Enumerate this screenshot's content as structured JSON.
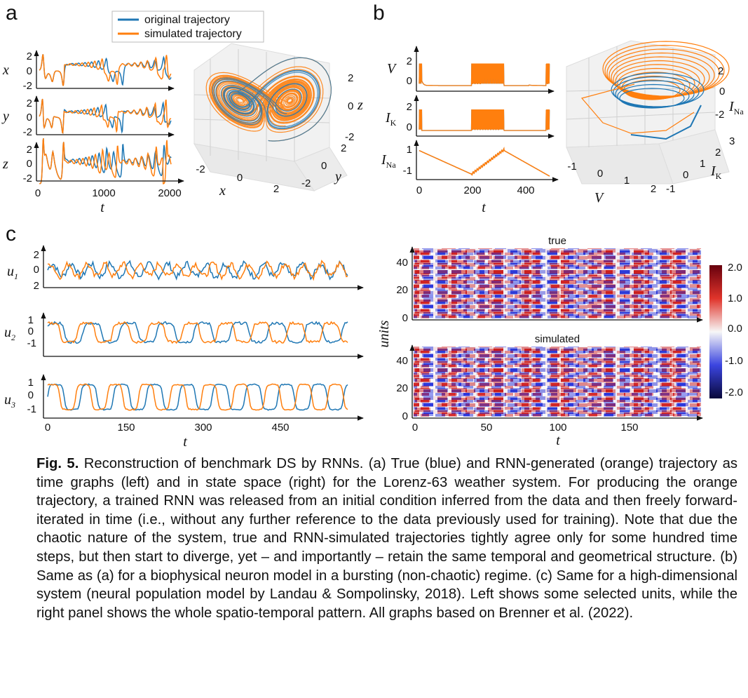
{
  "figure": {
    "panel_labels": [
      "a",
      "b",
      "c"
    ],
    "legend": {
      "original": "original trajectory",
      "simulated": "simulated trajectory"
    },
    "colors": {
      "original": "#1f77b4",
      "simulated": "#ff7f0e"
    }
  },
  "chart_data": [
    {
      "id": "a-time",
      "type": "line",
      "xlabel": "t",
      "xlim": [
        0,
        2000
      ],
      "xticks": [
        "0",
        "1000",
        "2000"
      ],
      "series": [
        {
          "name": "original trajectory"
        },
        {
          "name": "simulated trajectory"
        }
      ],
      "subplots": [
        {
          "ylabel": "x",
          "yticks": [
            "2",
            "0",
            "-2"
          ],
          "ylim": [
            -2.3,
            2.3
          ]
        },
        {
          "ylabel": "y",
          "yticks": [
            "2",
            "0",
            "-2"
          ],
          "ylim": [
            -2.3,
            2.3
          ]
        },
        {
          "ylabel": "z",
          "yticks": [
            "2",
            "0",
            "-2"
          ],
          "ylim": [
            -2.3,
            2.3
          ]
        }
      ]
    },
    {
      "id": "a-3d",
      "type": "line",
      "xlabel": "x",
      "ylabel": "y",
      "zlabel": "z",
      "xticks": [
        "-2",
        "0",
        "2"
      ],
      "yticks": [
        "2",
        "0",
        "-2"
      ],
      "zticks": [
        "2",
        "0",
        "-2"
      ]
    },
    {
      "id": "b-time",
      "type": "line",
      "xlabel": "t",
      "xlim": [
        0,
        500
      ],
      "xticks": [
        "0",
        "200",
        "400"
      ],
      "subplots": [
        {
          "ylabel": "V",
          "yticks": [
            "2",
            "0"
          ]
        },
        {
          "ylabel": "I",
          "ylabel_sub": "K",
          "yticks": [
            "2",
            "0"
          ]
        },
        {
          "ylabel": "I",
          "ylabel_sub": "Na",
          "yticks": [
            "1",
            "-1"
          ]
        }
      ]
    },
    {
      "id": "b-3d",
      "type": "line",
      "xlabel": "V",
      "ylabel": "I",
      "ylabel_sub": "K",
      "zlabel": "I",
      "zlabel_sub": "Na",
      "xticks": [
        "-1",
        "0",
        "1",
        "2"
      ],
      "yticks": [
        "3",
        "2",
        "1",
        "0",
        "-1"
      ],
      "zticks": [
        "2",
        "0",
        "-2"
      ]
    },
    {
      "id": "c-time",
      "type": "line",
      "xlabel": "t",
      "xlim": [
        0,
        600
      ],
      "xticks": [
        "0",
        "150",
        "300",
        "450"
      ],
      "subplots": [
        {
          "ylabel": "u",
          "ylabel_sub": "1",
          "yticks": [
            "2",
            "0",
            "2"
          ]
        },
        {
          "ylabel": "u",
          "ylabel_sub": "2",
          "yticks": [
            "1",
            "0",
            "-1"
          ]
        },
        {
          "ylabel": "u",
          "ylabel_sub": "3",
          "yticks": [
            "1",
            "0",
            "-1"
          ]
        }
      ]
    },
    {
      "id": "c-heatmap",
      "type": "heatmap",
      "titles": [
        "true",
        "simulated"
      ],
      "xlabel": "t",
      "ylabel": "units",
      "xlim": [
        0,
        200
      ],
      "xticks": [
        "0",
        "50",
        "100",
        "150"
      ],
      "yticks": [
        "40",
        "20",
        "0"
      ],
      "colorbar": {
        "ticks": [
          "2.0",
          "1.0",
          "0.0",
          "-1.0",
          "-2.0"
        ],
        "range": [
          -2.0,
          2.0
        ]
      }
    }
  ],
  "caption": {
    "label": "Fig. 5.",
    "text": " Reconstruction of benchmark DS by RNNs. (a) True (blue) and RNN-generated (orange) trajectory as time graphs (left) and in state space (right) for the Lorenz-63 weather system. For producing the orange trajectory, a trained RNN was released from an initial condition inferred from the data and then freely forward-iterated in time (i.e., without any further reference to the data previously used for training). Note that due the chaotic nature of the system, true and RNN-simulated trajectories tightly agree only for some hundred time steps, but then start to diverge, yet – and importantly – retain the same temporal and geometrical structure. (b) Same as (a) for a biophysical neuron model in a bursting (non-chaotic) regime. (c) Same for a high-dimensional system (neural population model by Landau & Sompolinsky, 2018). Left shows some selected units, while the right panel shows the whole spatio-temporal pattern. All graphs based on Brenner et al. (2022)."
  }
}
